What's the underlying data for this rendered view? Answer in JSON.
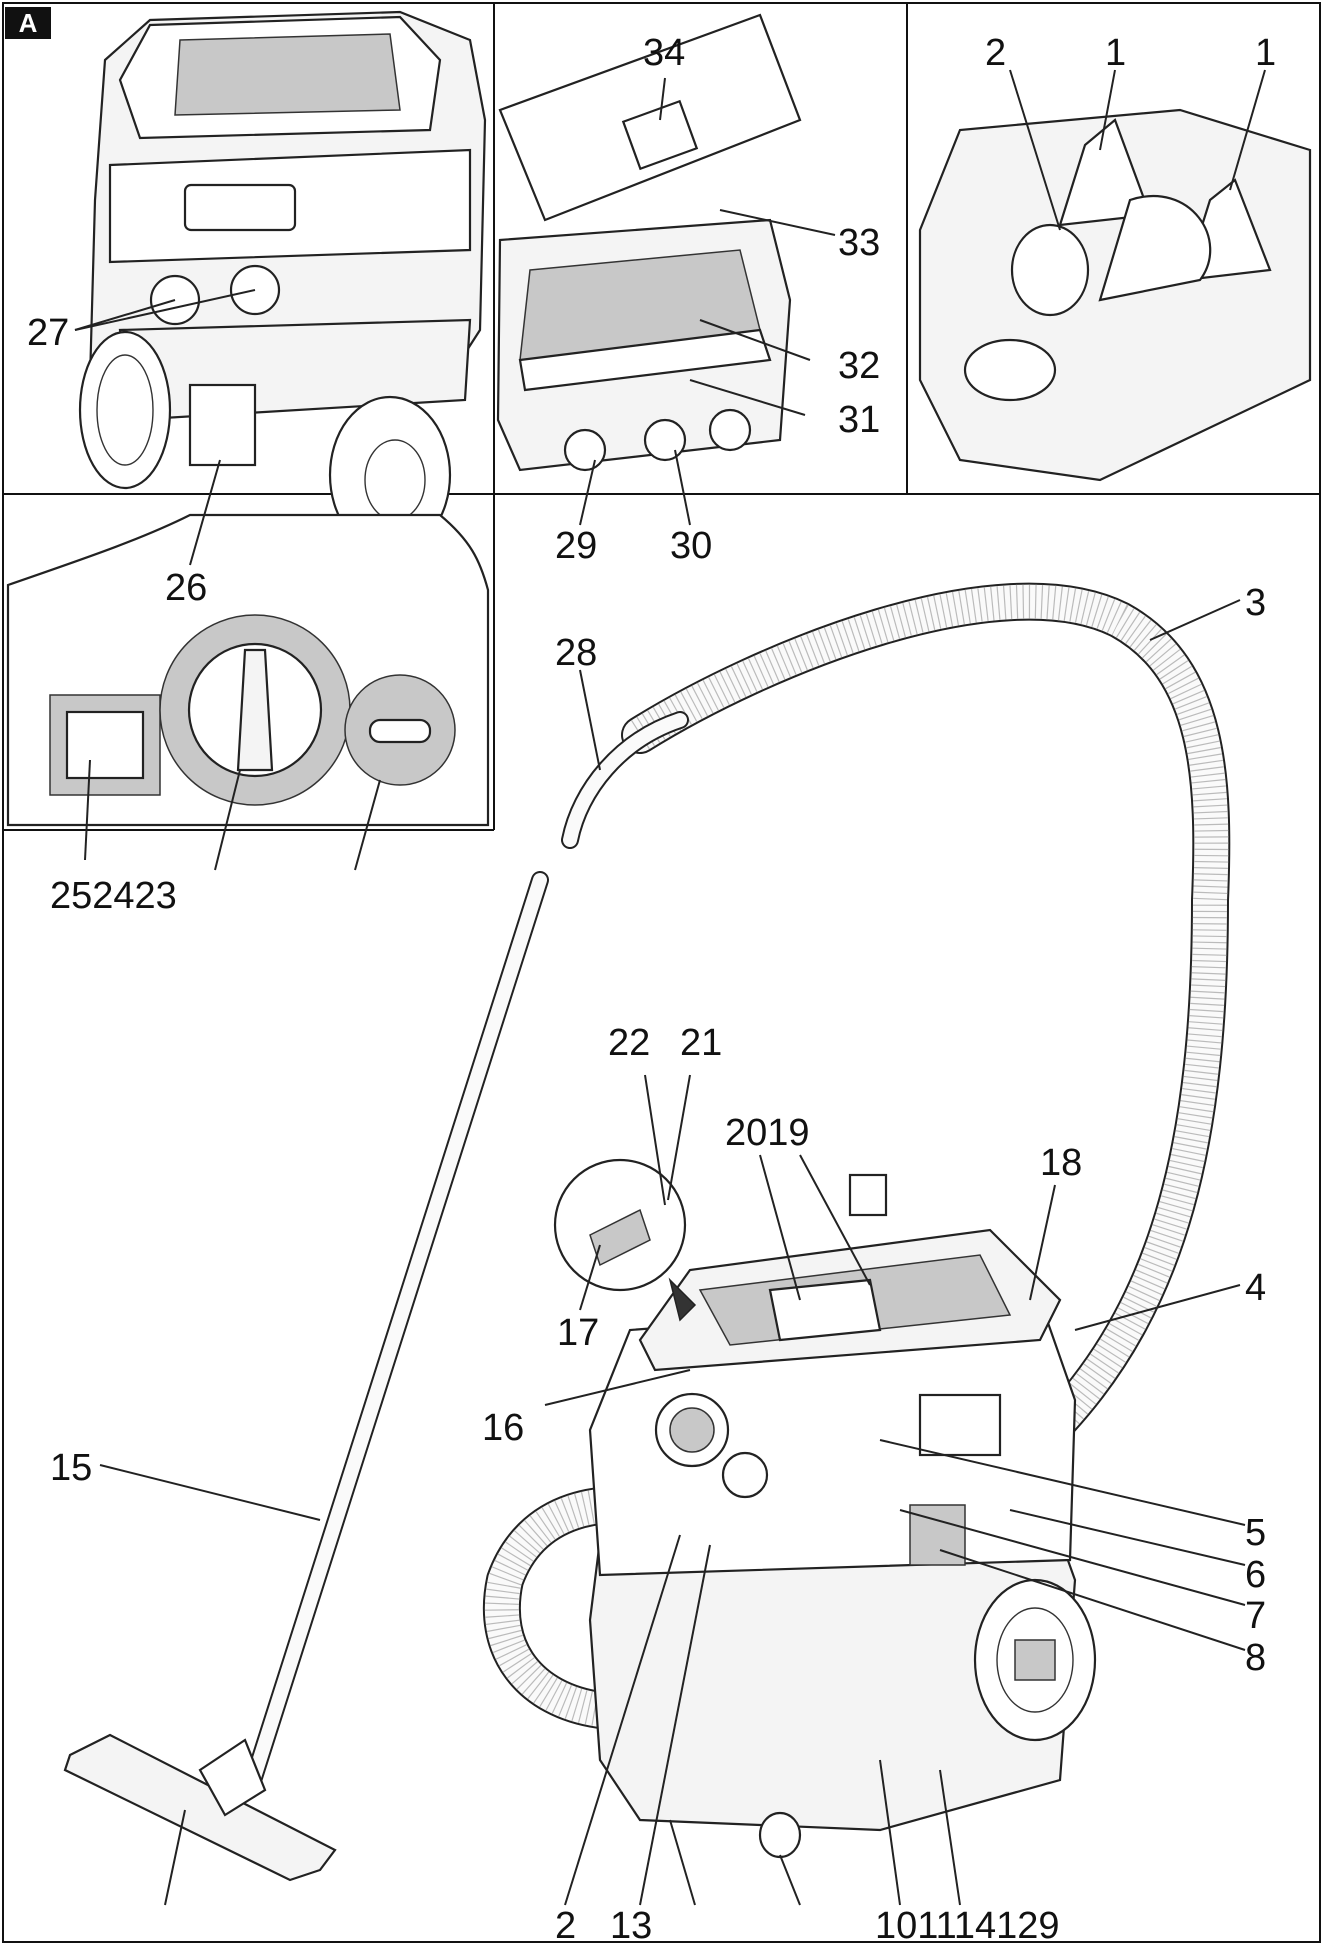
{
  "figure": {
    "badge": "A",
    "labels": {
      "l34": "34",
      "l2a": "2",
      "l1a": "1",
      "l1b": "1",
      "l33": "33",
      "l27": "27",
      "l32": "32",
      "l31": "31",
      "l29": "29",
      "l30": "30",
      "l26": "26",
      "l3": "3",
      "l28": "28",
      "l252423": "252423",
      "l22": "22",
      "l21": "21",
      "l2019": "2019",
      "l18": "18",
      "l17": "17",
      "l4": "4",
      "l16": "16",
      "l15": "15",
      "l5": "5",
      "l6": "6",
      "l7": "7",
      "l8": "8",
      "l2b": "2",
      "l13": "13",
      "l101114129": "101114129"
    }
  }
}
